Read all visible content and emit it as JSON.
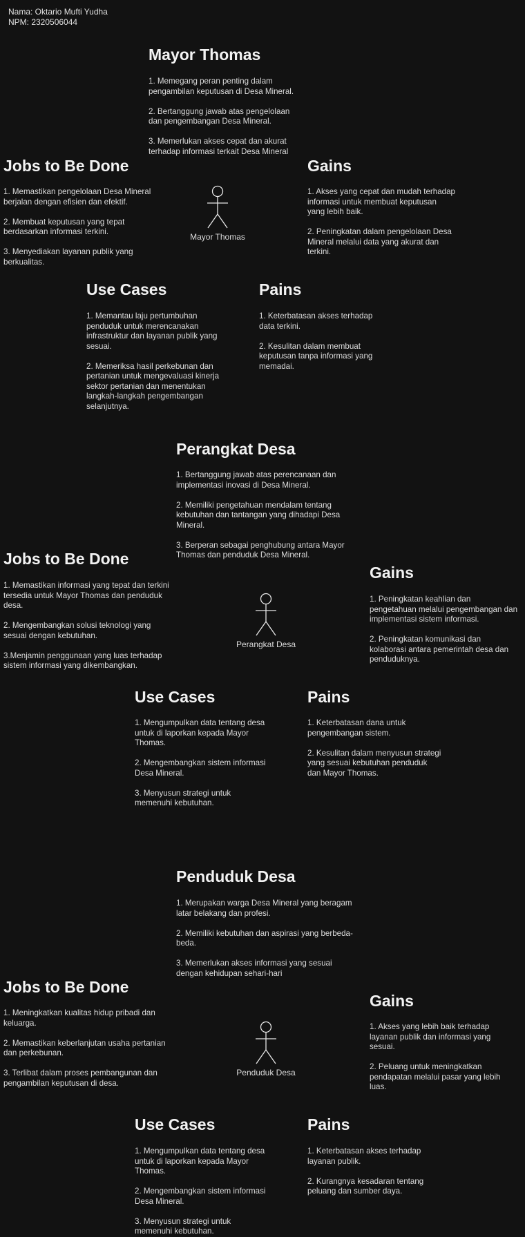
{
  "meta": {
    "name_line": "Nama: Oktario Mufti Yudha",
    "npm_line": "NPM: 2320506044"
  },
  "personas": [
    {
      "title": "Mayor Thomas",
      "description": [
        "1. Memegang peran penting dalam\npengambilan keputusan di Desa Mineral.",
        "2. Bertanggung jawab atas pengelolaan\ndan pengembangan Desa Mineral.",
        "3. Memerlukan akses cepat dan akurat\nterhadap informasi terkait Desa Mineral"
      ],
      "actor_label": "Mayor Thomas",
      "jobs_title": "Jobs to Be Done",
      "jobs": [
        "1. Memastikan pengelolaan Desa Mineral\nberjalan dengan efisien dan efektif.",
        "2. Membuat keputusan yang tepat\nberdasarkan informasi terkini.",
        "3. Menyediakan layanan publik yang\nberkualitas."
      ],
      "gains_title": "Gains",
      "gains": [
        "1. Akses yang cepat dan mudah terhadap\ninformasi untuk membuat keputusan\nyang lebih baik.",
        "2. Peningkatan dalam pengelolaan Desa\nMineral melalui data yang akurat dan\nterkini."
      ],
      "usecases_title": "Use Cases",
      "usecases": [
        "1. Memantau laju pertumbuhan\npenduduk untuk merencanakan\ninfrastruktur dan layanan publik yang\nsesuai.",
        "2. Memeriksa hasil perkebunan dan\npertanian untuk mengevaluasi kinerja\nsektor pertanian dan menentukan\nlangkah-langkah pengembangan\nselanjutnya."
      ],
      "pains_title": "Pains",
      "pains": [
        "1. Keterbatasan akses terhadap\ndata terkini.",
        "2. Kesulitan dalam membuat\nkeputusan tanpa informasi yang\nmemadai."
      ]
    },
    {
      "title": "Perangkat Desa",
      "description": [
        "1. Bertanggung jawab atas perencanaan dan\nimplementasi inovasi di Desa Mineral.",
        "2. Memiliki pengetahuan mendalam tentang\nkebutuhan dan tantangan yang dihadapi Desa\nMineral.",
        "3. Berperan sebagai penghubung antara Mayor\nThomas dan penduduk Desa Mineral."
      ],
      "actor_label": "Perangkat Desa",
      "jobs_title": "Jobs to Be Done",
      "jobs": [
        "1. Memastikan informasi yang tepat dan terkini\ntersedia untuk Mayor Thomas dan penduduk\ndesa.",
        "2. Mengembangkan solusi teknologi yang\nsesuai dengan kebutuhan.",
        "3.Menjamin penggunaan yang luas terhadap\nsistem informasi yang dikembangkan."
      ],
      "gains_title": "Gains",
      "gains": [
        "1. Peningkatan keahlian dan\npengetahuan melalui pengembangan dan\nimplementasi sistem informasi.",
        "2. Peningkatan komunikasi dan\nkolaborasi antara pemerintah desa dan\npenduduknya."
      ],
      "usecases_title": "Use Cases",
      "usecases": [
        "1. Mengumpulkan data tentang desa\nuntuk di laporkan kepada Mayor\nThomas.",
        "2. Mengembangkan sistem informasi\nDesa Mineral.",
        "3. Menyusun strategi untuk\nmemenuhi kebutuhan."
      ],
      "pains_title": "Pains",
      "pains": [
        "1. Keterbatasan dana untuk\npengembangan sistem.",
        "2. Kesulitan dalam menyusun strategi\nyang sesuai kebutuhan penduduk\ndan Mayor Thomas."
      ]
    },
    {
      "title": "Penduduk Desa",
      "description": [
        "1. Merupakan warga Desa Mineral yang beragam\nlatar belakang dan profesi.",
        "2. Memiliki kebutuhan dan aspirasi yang berbeda-\nbeda.",
        "3. Memerlukan akses informasi yang sesuai\ndengan kehidupan sehari-hari"
      ],
      "actor_label": "Penduduk Desa",
      "jobs_title": "Jobs to Be Done",
      "jobs": [
        "1. Meningkatkan kualitas hidup pribadi dan\nkeluarga.",
        "2. Memastikan keberlanjutan usaha pertanian\ndan perkebunan.",
        "3. Terlibat dalam proses pembangunan dan\npengambilan keputusan di desa."
      ],
      "gains_title": "Gains",
      "gains": [
        "1. Akses yang lebih baik terhadap\nlayanan publik dan informasi yang\nsesuai.",
        "2. Peluang untuk meningkatkan\npendapatan melalui pasar yang lebih\nluas."
      ],
      "usecases_title": "Use Cases",
      "usecases": [
        "1. Mengumpulkan data tentang desa\nuntuk di laporkan kepada Mayor\nThomas.",
        "2. Mengembangkan sistem informasi\nDesa Mineral.",
        "3. Menyusun strategi untuk\nmemenuhi kebutuhan."
      ],
      "pains_title": "Pains",
      "pains": [
        "1. Keterbatasan akses terhadap\nlayanan publik.",
        "2. Kurangnya kesadaran tentang\npeluang dan sumber daya."
      ]
    }
  ]
}
